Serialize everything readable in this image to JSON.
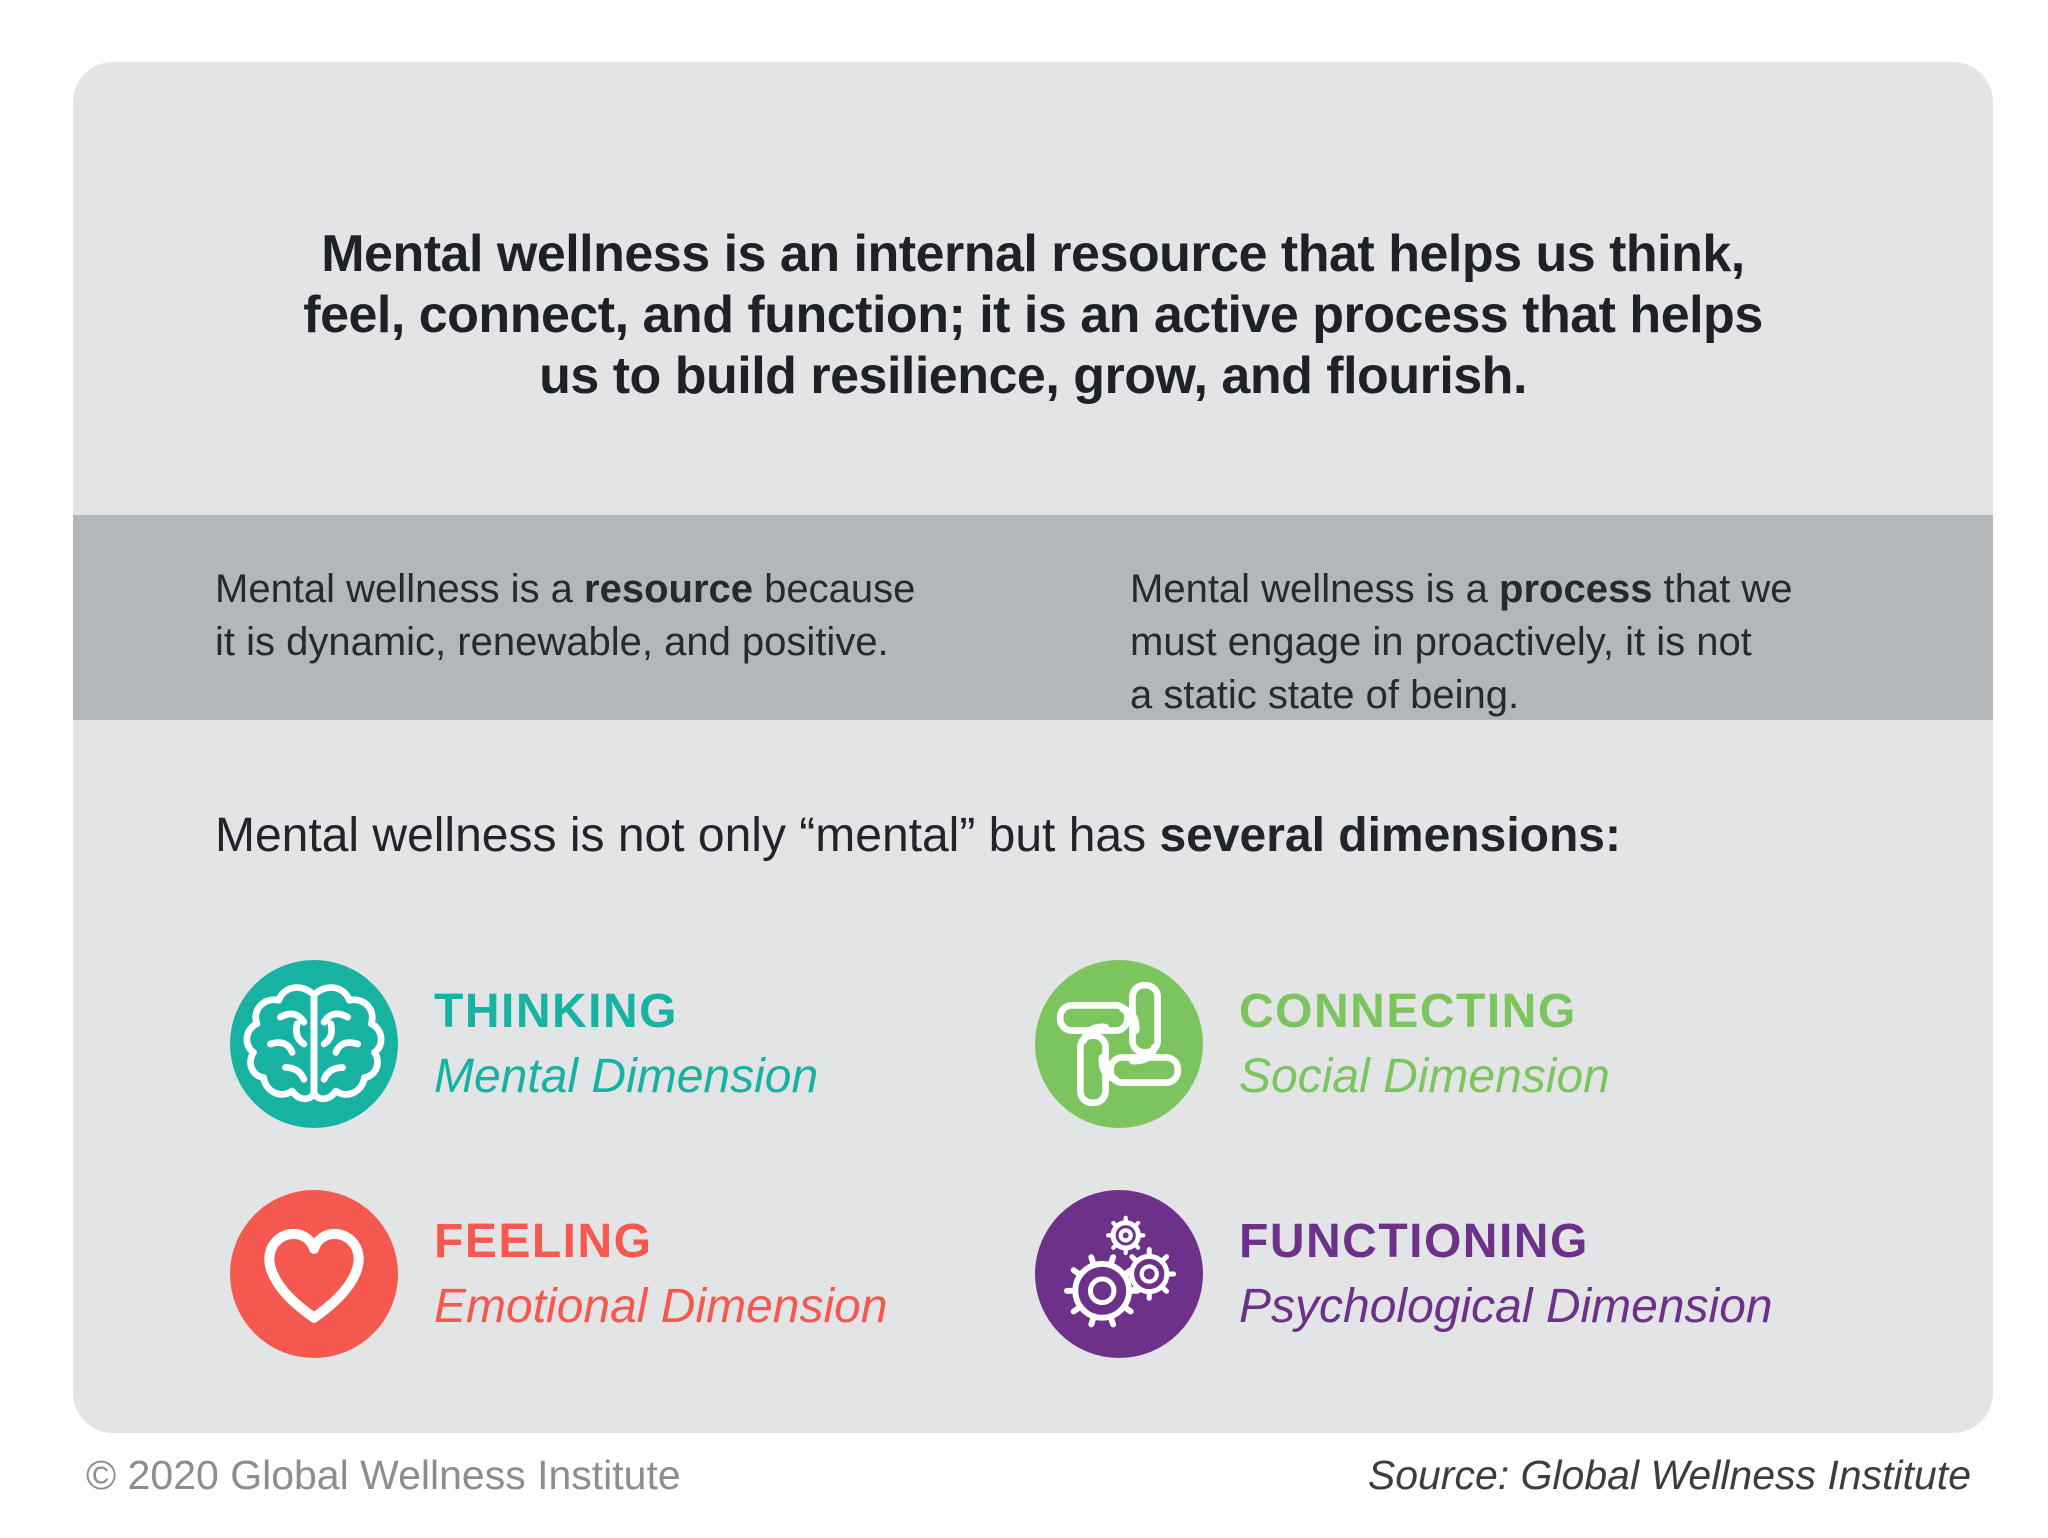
{
  "headline": {
    "line1": "Mental wellness is an internal resource that helps us think,",
    "line2": "feel, connect, and function; it is an active process that helps",
    "line3": "us to build resilience, grow, and flourish."
  },
  "band": {
    "left": {
      "pre": "Mental wellness is a ",
      "bold": "resource",
      "post": " because",
      "line2": "it is dynamic, renewable, and positive."
    },
    "right": {
      "pre": "Mental wellness is a ",
      "bold": "process",
      "post": " that we",
      "line2": "must engage in proactively, it is not",
      "line3": "a static state of being."
    }
  },
  "dimensions_heading": {
    "pre": "Mental wellness is not only “mental” but has ",
    "bold": "several dimensions:"
  },
  "categories": [
    {
      "label": "THINKING",
      "dimension": "Mental Dimension",
      "color": "#17b2a2",
      "icon": "brain-icon"
    },
    {
      "label": "CONNECTING",
      "dimension": "Social Dimension",
      "color": "#7cc45e",
      "icon": "hands-icon"
    },
    {
      "label": "FEELING",
      "dimension": "Emotional Dimension",
      "color": "#f4584f",
      "icon": "heart-icon"
    },
    {
      "label": "FUNCTIONING",
      "dimension": "Psychological Dimension",
      "color": "#6d3189",
      "icon": "gears-icon"
    }
  ],
  "footer": {
    "copyright": "© 2020 Global Wellness Institute",
    "source": "Source: Global Wellness Institute"
  },
  "colors": {
    "card_bg": "#e2e4e6",
    "band_bg": "#b4b7b9",
    "headline_text": "#1e2126",
    "teal": "#17b2a2",
    "green": "#7cc45e",
    "red": "#f4584f",
    "purple": "#6d3189",
    "footer_gray": "#8a8e92",
    "source_text": "#3b3e41"
  }
}
